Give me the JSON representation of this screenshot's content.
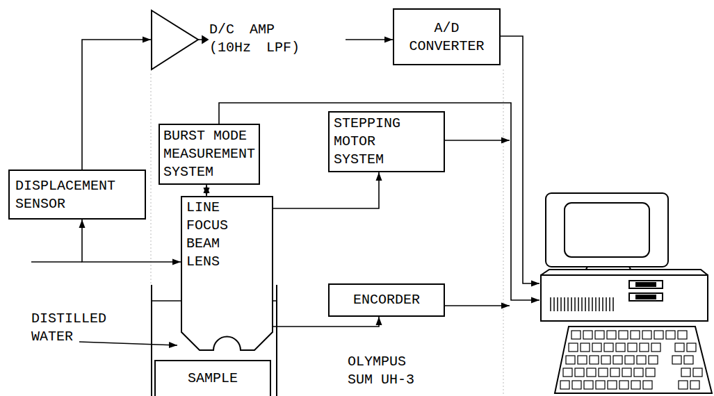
{
  "diagram": {
    "nodes": [
      {
        "text": [
          "D/C AMP (10Hz LPF)"
        ]
      },
      {
        "text": [
          "A/D CONVERTER"
        ]
      },
      {
        "text": [
          "BURST MODE MEASUREMENT SYSTEM"
        ]
      },
      {
        "text": [
          "STEPPING MOTOR SYSTEM"
        ]
      },
      {
        "text": [
          "DISPLACEMENT SENSOR"
        ]
      },
      {
        "text": [
          "LINE FOCUS BEAM LENS"
        ]
      },
      {
        "text": [
          "ENCORDER"
        ]
      },
      {
        "text": [
          "SAMPLE"
        ]
      }
    ],
    "edges": [
      {
        "from": 4,
        "to": 0,
        "arrow": "to"
      },
      {
        "from": 0,
        "to": 1,
        "arrow": "to"
      },
      {
        "from": 2,
        "to": 5,
        "arrow": "both"
      },
      {
        "from": 4,
        "to": 5,
        "arrow": "both"
      },
      {
        "from": 5,
        "to": 3,
        "arrow": "to"
      },
      {
        "from": 5,
        "to": 6,
        "arrow": "to"
      }
    ],
    "labels": [
      "DISTILLED WATER",
      "OLYMPUS SUM UH-3"
    ]
  }
}
